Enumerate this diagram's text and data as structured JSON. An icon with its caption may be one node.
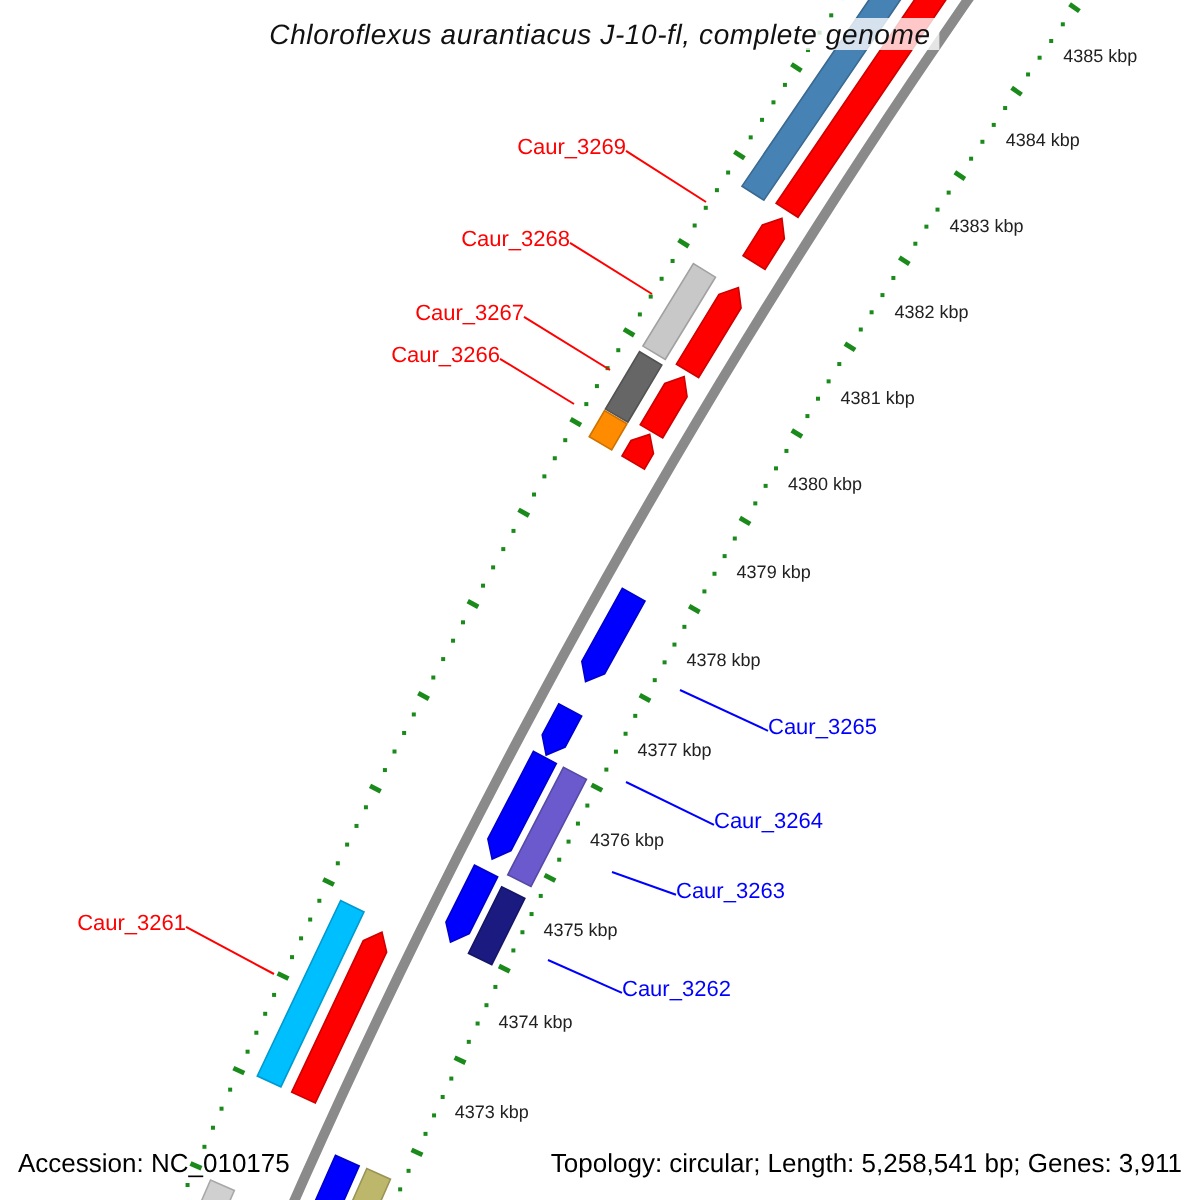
{
  "diagram": {
    "title": "Chloroflexus aurantiacus J-10-fl, complete genome",
    "nodes": [
      {
        "text": [
          "Caur_3269"
        ]
      },
      {
        "text": [
          "Caur_3268"
        ]
      },
      {
        "text": [
          "Caur_3267"
        ]
      },
      {
        "text": [
          "Caur_3266"
        ]
      },
      {
        "text": [
          "Caur_3265"
        ]
      },
      {
        "text": [
          "Caur_3264"
        ]
      },
      {
        "text": [
          "Caur_3263"
        ]
      },
      {
        "text": [
          "Caur_3261"
        ]
      },
      {
        "text": [
          "Caur_3262"
        ]
      }
    ],
    "edges": [
      {
        "from": 0,
        "to": null,
        "arrow": "none"
      },
      {
        "from": 1,
        "to": null,
        "arrow": "none"
      },
      {
        "from": 2,
        "to": null,
        "arrow": "none"
      },
      {
        "from": 3,
        "to": null,
        "arrow": "none"
      },
      {
        "from": 4,
        "to": null,
        "arrow": "none",
        "color": "#0000ff"
      },
      {
        "from": 5,
        "to": null,
        "arrow": "none",
        "color": "#0000ff"
      },
      {
        "from": 6,
        "to": null,
        "arrow": "none",
        "color": "#0000ff"
      },
      {
        "from": 7,
        "to": null,
        "arrow": "none"
      },
      {
        "from": 8,
        "to": null,
        "arrow": "none",
        "color": "#0000ff"
      }
    ],
    "labels": [
      "4385 kbp",
      "4384 kbp",
      "4383 kbp",
      "4382 kbp",
      "4381 kbp",
      "4380 kbp",
      "4379 kbp",
      "4378 kbp",
      "4377 kbp",
      "4376 kbp",
      "4375 kbp",
      "4374 kbp",
      "4373 kbp",
      "Accession: NC_010175",
      "Topology: circular; Length: 5,258,541 bp; Genes: 3,911"
    ]
  }
}
